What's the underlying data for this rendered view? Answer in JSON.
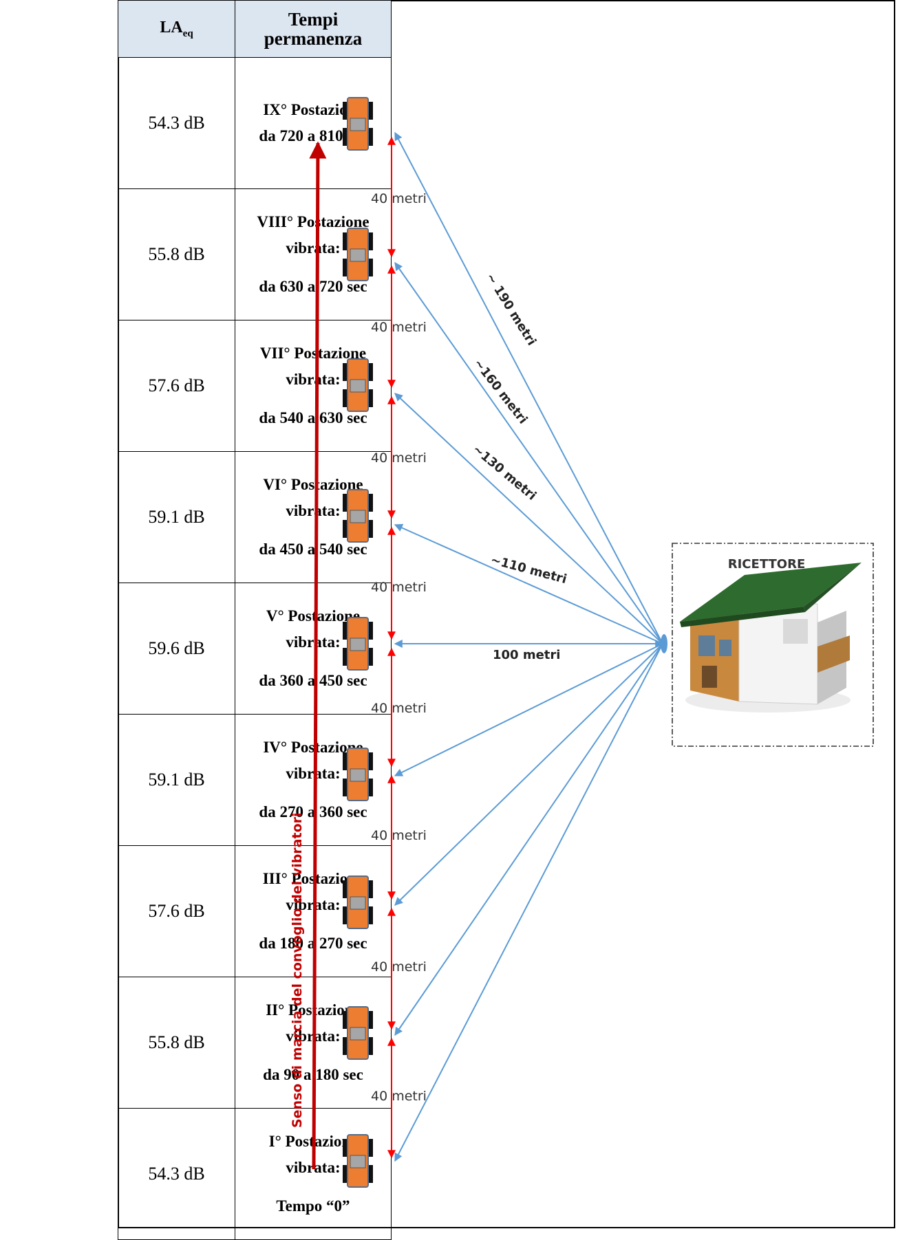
{
  "table": {
    "header": {
      "laeq_main": "LA",
      "laeq_sub": "eq",
      "time_line1": "Tempi",
      "time_line2": "permanenza"
    },
    "rows": [
      {
        "laeq": "54.3 dB",
        "line1": "IX° Postazione",
        "line2": "da 720 a 810 sec",
        "line3": ""
      },
      {
        "laeq": "55.8 dB",
        "line1": "VIII° Postazione",
        "line2": "vibrata:",
        "line3": "da 630 a 720 sec"
      },
      {
        "laeq": "57.6 dB",
        "line1": "VII° Postazione",
        "line2": "vibrata:",
        "line3": "da 540 a 630 sec"
      },
      {
        "laeq": "59.1 dB",
        "line1": "VI° Postazione",
        "line2": "vibrata:",
        "line3": "da 450 a 540 sec"
      },
      {
        "laeq": "59.6 dB",
        "line1": "V° Postazione",
        "line2": "vibrata:",
        "line3": "da 360 a 450 sec"
      },
      {
        "laeq": "59.1 dB",
        "line1": "IV° Postazione",
        "line2": "vibrata:",
        "line3": "da 270 a 360 sec"
      },
      {
        "laeq": "57.6 dB",
        "line1": "III° Postazione",
        "line2": "vibrata:",
        "line3": "da 180 a 270 sec"
      },
      {
        "laeq": "55.8 dB",
        "line1": "II° Postazione",
        "line2": "vibrata:",
        "line3": "da 90 a 180 sec"
      },
      {
        "laeq": "54.3 dB",
        "line1": "I° Postazione",
        "line2": "vibrata:",
        "line3": "Tempo “0”"
      }
    ]
  },
  "diagram": {
    "direction_label": "Senso di marcia del convoglio dei vibratori",
    "spacing_label": "40 metri",
    "distance_labels": {
      "d190": "~ 190 metri",
      "d160": "~160 metri",
      "d130": "~130 metri",
      "d110": "~110 metri",
      "d100": "100 metri"
    },
    "receiver_label": "RICETTORE",
    "colors": {
      "arrow_red": "#c00000",
      "measure_red": "#ff0000",
      "ray_blue": "#5b9bd5",
      "vehicle_orange": "#ed7d31",
      "roof_green": "#2e6b2e",
      "header_fill": "#dce6f1"
    }
  }
}
